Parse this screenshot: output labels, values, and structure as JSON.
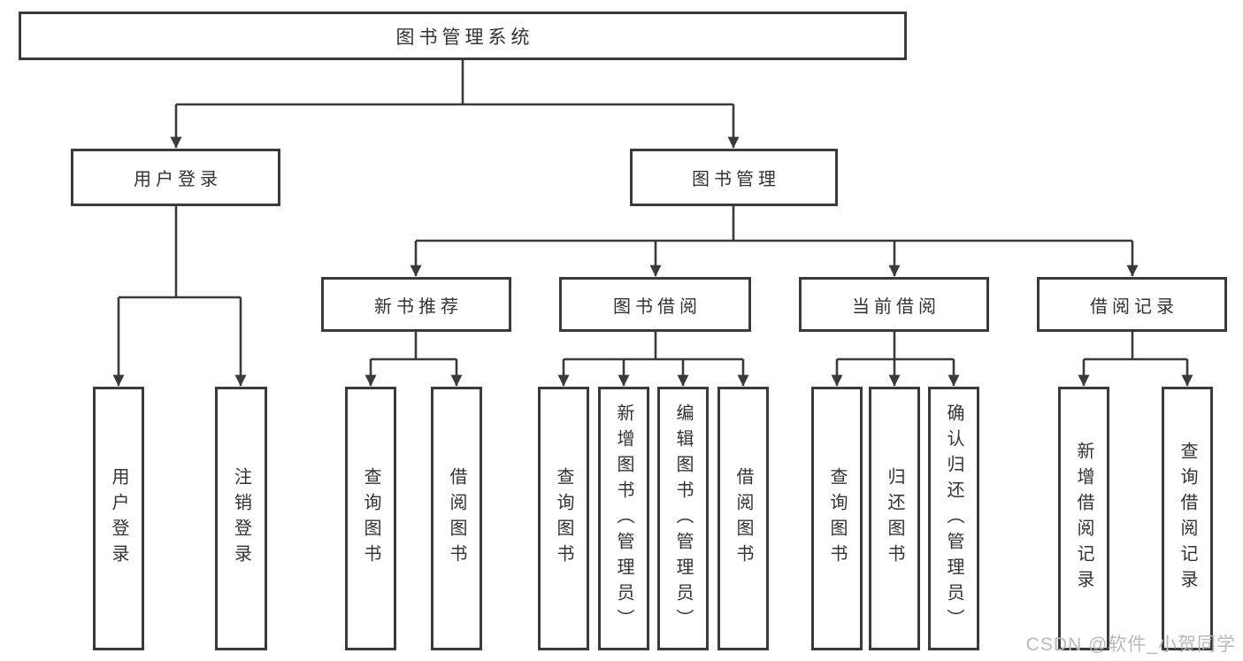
{
  "colors": {
    "line": "#3a3a3a",
    "box_border": "#3a3a3a",
    "box_fill": "#ffffff",
    "text": "#333333",
    "watermark": "#b9b9b9",
    "background": "#ffffff"
  },
  "watermark": "CSDN @软件_小贺同学",
  "tree": {
    "label": "图书管理系统",
    "children": [
      {
        "label": "用户登录",
        "children": [
          {
            "label": "用户登录"
          },
          {
            "label": "注销登录"
          }
        ]
      },
      {
        "label": "图书管理",
        "children": [
          {
            "label": "新书推荐",
            "children": [
              {
                "label": "查询图书"
              },
              {
                "label": "借阅图书"
              }
            ]
          },
          {
            "label": "图书借阅",
            "children": [
              {
                "label": "查询图书"
              },
              {
                "label": "新增图书（管理员）"
              },
              {
                "label": "编辑图书（管理员）"
              },
              {
                "label": "借阅图书"
              }
            ]
          },
          {
            "label": "当前借阅",
            "children": [
              {
                "label": "查询图书"
              },
              {
                "label": "归还图书"
              },
              {
                "label": "确认归还（管理员）"
              }
            ]
          },
          {
            "label": "借阅记录",
            "children": [
              {
                "label": "新增借阅记录"
              },
              {
                "label": "查询借阅记录"
              }
            ]
          }
        ]
      }
    ]
  }
}
